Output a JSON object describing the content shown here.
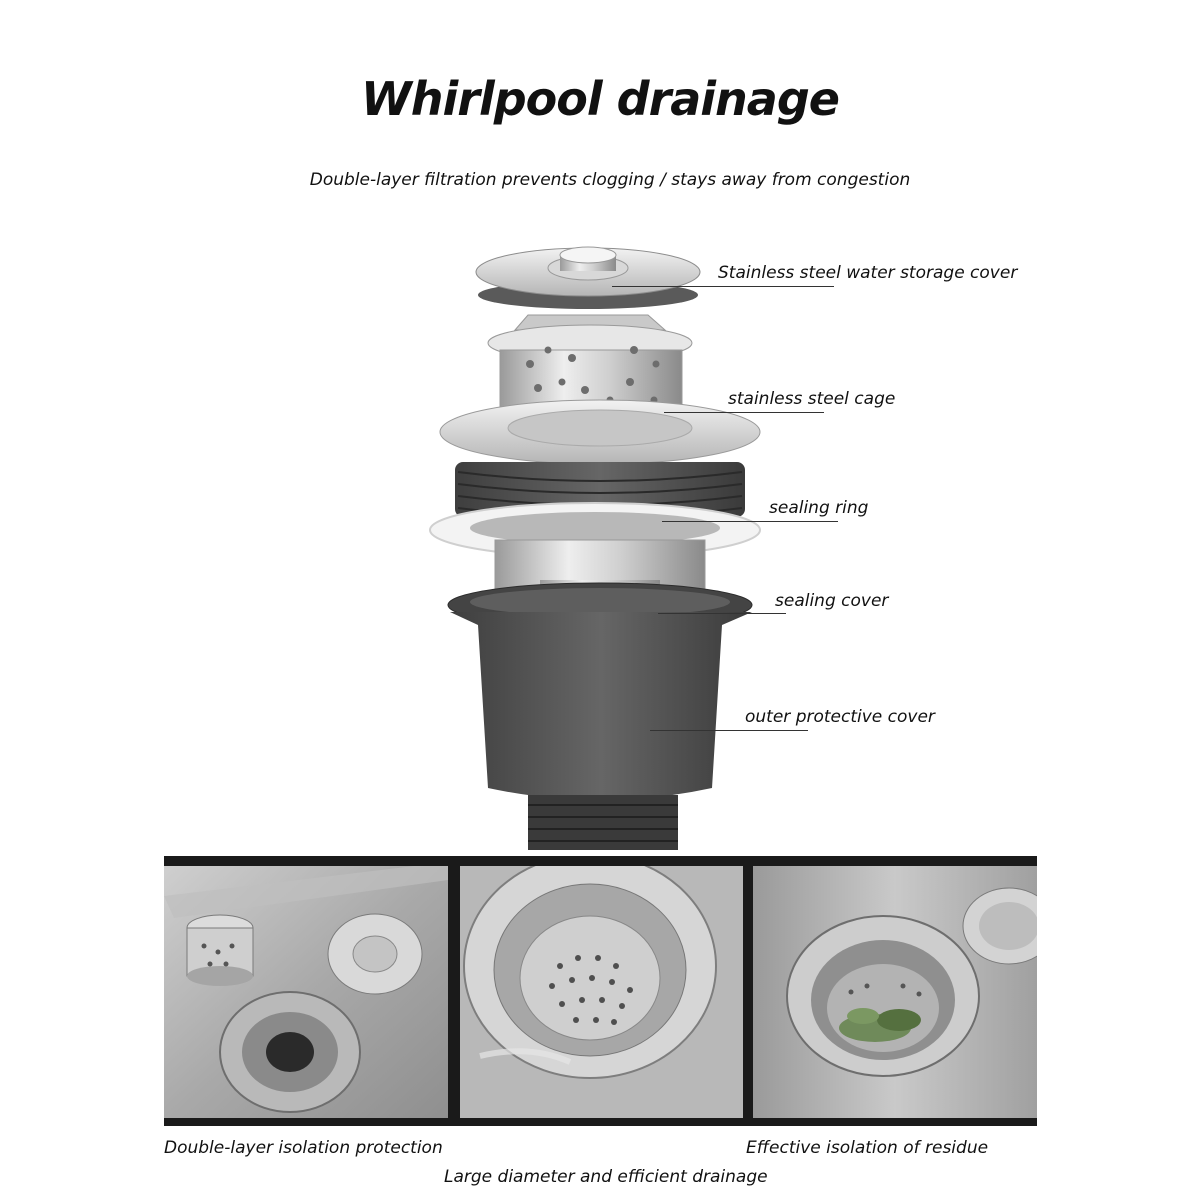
{
  "header": {
    "title": "Whirlpool drainage",
    "subtitle": "Double-layer filtration prevents clogging / stays away from congestion"
  },
  "components": [
    {
      "label": "Stainless steel water storage cover"
    },
    {
      "label": "stainless steel cage"
    },
    {
      "label": "sealing ring"
    },
    {
      "label": "sealing cover"
    },
    {
      "label": "outer protective cover"
    }
  ],
  "captions": {
    "left": "Double-layer isolation protection",
    "right": "Effective isolation of residue",
    "center": "Large diameter and efficient drainage"
  }
}
